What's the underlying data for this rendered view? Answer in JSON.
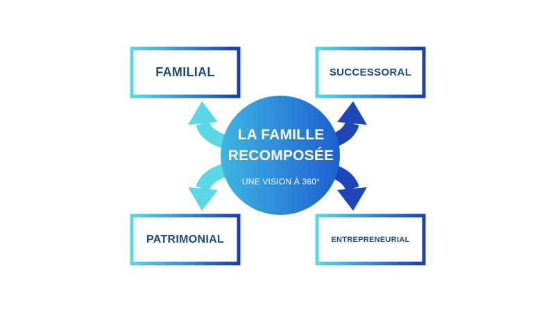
{
  "center": {
    "title_line1": "LA FAMILLE",
    "title_line2": "RECOMPOSÉE",
    "subtitle": "UNE VISION À 360°"
  },
  "boxes": {
    "top_left": "FAMILIAL",
    "top_right": "SUCCESSORAL",
    "bottom_left": "PATRIMONIAL",
    "bottom_right": "ENTREPRENEURIAL"
  },
  "colors": {
    "light": "#5ad8e8",
    "dark": "#1a3fb0",
    "text": "#1a4a7a"
  }
}
